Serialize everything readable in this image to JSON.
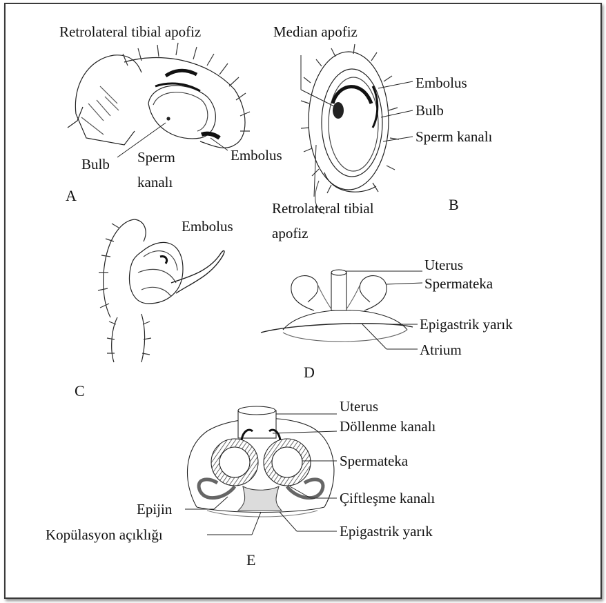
{
  "figure": {
    "panels": {
      "A": {
        "letter": "A",
        "labels": {
          "retrolateral": "Retrolateral tibial apofiz",
          "bulb": "Bulb",
          "sperm_line1": "Sperm",
          "sperm_line2": "kanalı",
          "embolus": "Embolus"
        }
      },
      "B": {
        "letter": "B",
        "labels": {
          "median": "Median apofiz",
          "embolus": "Embolus",
          "bulb": "Bulb",
          "sperm": "Sperm kanalı",
          "retro_line1": "Retrolateral tibial",
          "retro_line2": "apofiz"
        }
      },
      "C": {
        "letter": "C",
        "labels": {
          "embolus": "Embolus"
        }
      },
      "D": {
        "letter": "D",
        "labels": {
          "uterus": "Uterus",
          "spermateka": "Spermateka",
          "epigastrik": "Epigastrik yarık",
          "atrium": "Atrium"
        }
      },
      "E": {
        "letter": "E",
        "labels": {
          "uterus": "Uterus",
          "dollenme": "Döllenme kanalı",
          "spermateka": "Spermateka",
          "epijin": "Epijin",
          "ciftlesme": "Çiftleşme kanalı",
          "kopulasyon": "Kopülasyon açıklığı",
          "epigastrik": "Epigastrik yarık"
        }
      }
    },
    "colors": {
      "ink": "#111111",
      "frame": "#3a3a3a",
      "shade": "#dcdcdc"
    }
  }
}
